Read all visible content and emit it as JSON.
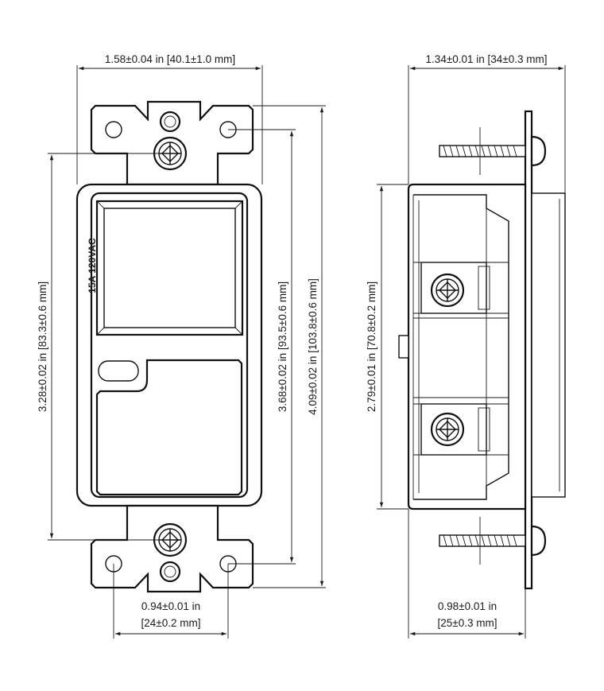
{
  "front_view": {
    "width_dim": "1.58±0.04 in [40.1±1.0 mm]",
    "height_inner_dim": "3.28±0.02 in [83.3±0.6 mm]",
    "height_mid_dim": "3.68±0.02 in [93.5±0.6 mm]",
    "height_outer_dim": "4.09±0.02 in [103.8±0.6 mm]",
    "hole_spacing_in": "0.94±0.01 in",
    "hole_spacing_mm": "[24±0.2 mm]",
    "rating_label": "15A  120VAC"
  },
  "side_view": {
    "width_dim": "1.34±0.01 in [34±0.3 mm]",
    "height_dim": "2.79±0.01 in [70.8±0.2 mm]",
    "depth_in": "0.98±0.01 in",
    "depth_mm": "[25±0.3 mm]"
  }
}
